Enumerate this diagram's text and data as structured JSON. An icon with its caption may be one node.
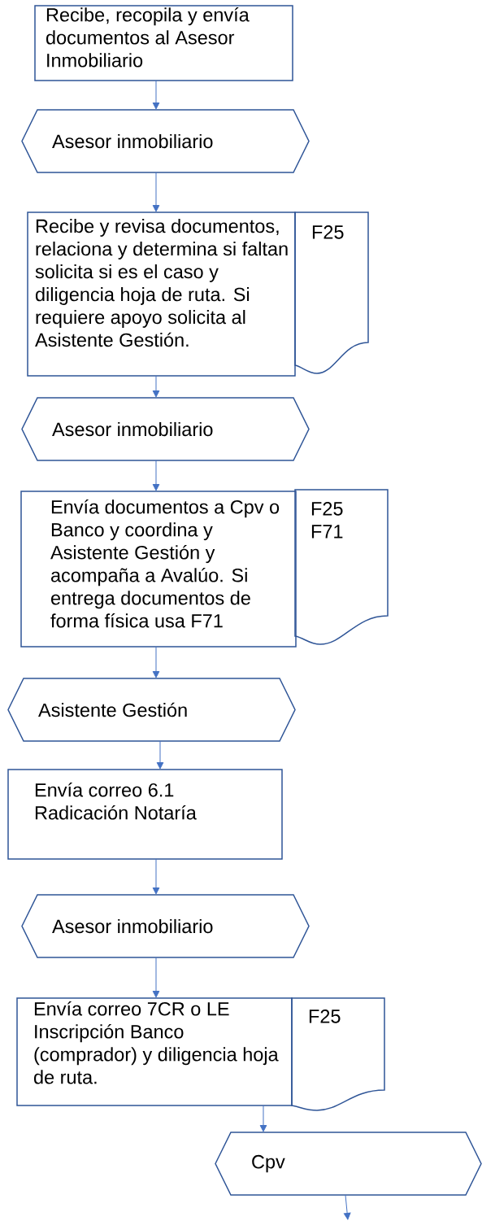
{
  "diagram": {
    "nodes": [
      {
        "text": [
          "Recibe, recopila y envía documentos al Asesor Inmobiliario"
        ]
      },
      {
        "text": [
          "Asesor inmobiliario"
        ]
      },
      {
        "text": [
          "Recibe y revisa documentos, relaciona y determina si faltan solicita si es el caso y diligencia hoja de ruta. Si requiere apoyo solicita al Asistente Gestión."
        ]
      },
      {
        "text": [
          "F25"
        ]
      },
      {
        "text": [
          "Asesor inmobiliario"
        ]
      },
      {
        "text": [
          "Envía documentos a Cpv o Banco y coordina y Asistente Gestión y acompaña a Avalúo. Si entrega documentos de forma física usa F71"
        ]
      },
      {
        "text": [
          "F25",
          "F71"
        ]
      },
      {
        "text": [
          "Asistente Gestión"
        ]
      },
      {
        "text": [
          "Envía correo 6.1 Radicación Notaría"
        ]
      },
      {
        "text": [
          "Asesor inmobiliario"
        ]
      },
      {
        "text": [
          "Envía correo 7CR o LE Inscripción Banco (comprador) y diligencia hoja de ruta."
        ]
      },
      {
        "text": [
          "F25"
        ]
      },
      {
        "text": [
          "Cpv"
        ]
      }
    ],
    "edges": [
      {
        "from": 0,
        "to": 1,
        "arrow": "to"
      },
      {
        "from": 1,
        "to": 2,
        "arrow": "to"
      },
      {
        "from": 2,
        "to": 4,
        "arrow": "to"
      },
      {
        "from": 4,
        "to": 5,
        "arrow": "to"
      },
      {
        "from": 5,
        "to": 7,
        "arrow": "to"
      },
      {
        "from": 7,
        "to": 8,
        "arrow": "to"
      },
      {
        "from": 8,
        "to": 9,
        "arrow": "to"
      },
      {
        "from": 9,
        "to": 10,
        "arrow": "to"
      },
      {
        "from": 10,
        "to": 12,
        "arrow": "to"
      },
      {
        "from": 12,
        "to": null,
        "arrow": "to"
      }
    ]
  }
}
